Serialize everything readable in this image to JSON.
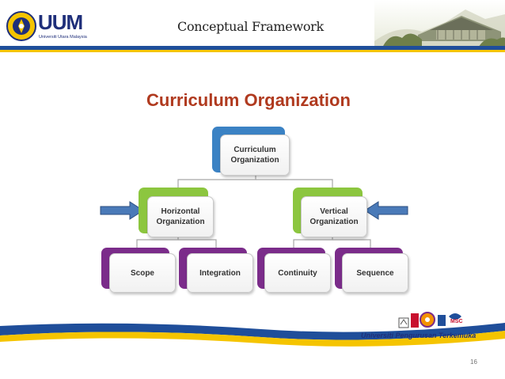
{
  "header": {
    "logo_text": "UUM",
    "logo_subtitle": "Universiti Utara Malaysia",
    "title": "Conceptual Framework"
  },
  "slide": {
    "heading": "Curriculum Organization"
  },
  "diagram": {
    "root": {
      "label": "Curriculum\nOrganization"
    },
    "branches": [
      {
        "label": "Horizontal\nOrganization",
        "children": [
          "Scope",
          "Integration"
        ]
      },
      {
        "label": "Vertical\nOrganization",
        "children": [
          "Continuity",
          "Sequence"
        ]
      }
    ]
  },
  "footer": {
    "tagline": "Universiti Pengurusan Terkemuka",
    "page_number": "16"
  },
  "colors": {
    "root_accent": "#3b82c4",
    "branch_accent": "#8cc63f",
    "leaf_accent": "#7b2c8a",
    "arrow": "#4a7ab8",
    "heading": "#b03a1f",
    "band_blue": "#1f4e9a",
    "band_yellow": "#f5c400"
  }
}
